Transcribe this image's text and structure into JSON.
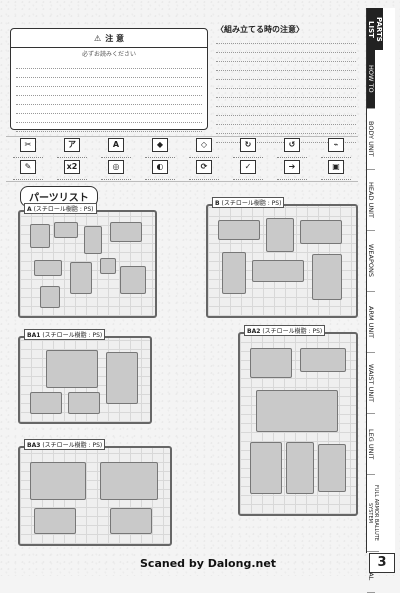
{
  "caution": {
    "title": "注 意",
    "subtitle": "必ずお読みください"
  },
  "assembly": {
    "title": "〈組み立てる時の注意〉"
  },
  "parts_list": {
    "title": "パーツリスト",
    "sprues": [
      {
        "tag": "A",
        "label": "(スチロール樹脂 : PS)"
      },
      {
        "tag": "B",
        "label": "(スチロール樹脂 : PS)"
      },
      {
        "tag": "BA1",
        "label": "(スチロール樹脂 : PS)"
      },
      {
        "tag": "BA2",
        "label": "(スチロール樹脂 : PS)"
      },
      {
        "tag": "BA3",
        "label": "(スチロール樹脂 : PS)"
      }
    ]
  },
  "legend": {
    "glyphs": [
      "ア",
      "A",
      "x2"
    ]
  },
  "sidebar": {
    "head": "PARTS LIST",
    "items": [
      {
        "label": "HOW TO"
      },
      {
        "label": "BODY UNIT"
      },
      {
        "label": "HEAD UNIT"
      },
      {
        "label": "WEAPONS"
      },
      {
        "label": "ARM UNIT"
      },
      {
        "label": "WAIST UNIT"
      },
      {
        "label": "LEG UNIT"
      },
      {
        "label": "FULL ARMOR BALLUTE SYSTEM"
      },
      {
        "label": "SEAL"
      }
    ]
  },
  "page_number": "3",
  "footer": "Scaned by Dalong.net"
}
